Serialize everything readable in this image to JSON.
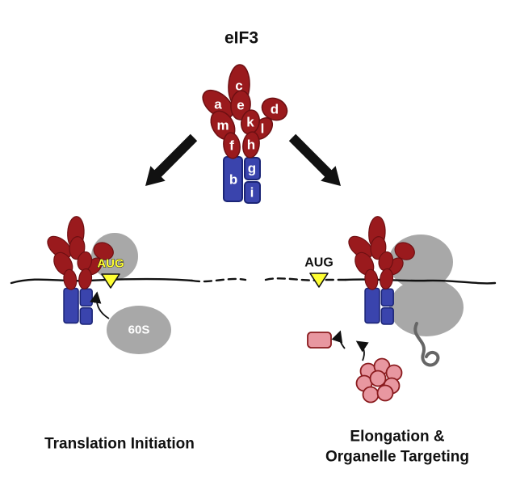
{
  "title": "eIF3",
  "complex": {
    "a": "a",
    "b": "b",
    "c": "c",
    "d": "d",
    "e": "e",
    "f": "f",
    "g": "g",
    "h": "h",
    "i": "i",
    "k": "k",
    "l": "l",
    "m": "m"
  },
  "left": {
    "aug": "AUG",
    "sixty_s": "60S",
    "caption": "Translation Initiation"
  },
  "right": {
    "aug": "AUG",
    "caption_line1": "Elongation &",
    "caption_line2": "Organelle Targeting"
  },
  "colors": {
    "subunit_red": "#9a1a1d",
    "subunit_red_outline": "#6d0f12",
    "subunit_blue": "#3a44ad",
    "ribosome_gray": "#a8a8a8",
    "aug_yellow": "#ffff33",
    "cargo_pink": "#e897a0",
    "cargo_pink_outline": "#8a1b1e",
    "nascent_chain_gray": "#666666",
    "line_black": "#111111"
  }
}
